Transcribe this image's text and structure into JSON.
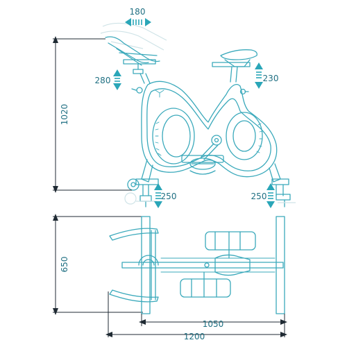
{
  "dimensions": {
    "height": "1020",
    "depth": "650",
    "footprint_inner": "1050",
    "footprint_total": "1200",
    "handlebar_horizontal": "180",
    "handlebar_vertical": "280",
    "seat_vertical": "230",
    "front_foot": "250",
    "rear_foot": "250"
  },
  "colors": {
    "line": "#3aa9bb",
    "accent": "#2aa6b8",
    "dimension_line": "#1f2a33",
    "text": "#1f6f82"
  }
}
